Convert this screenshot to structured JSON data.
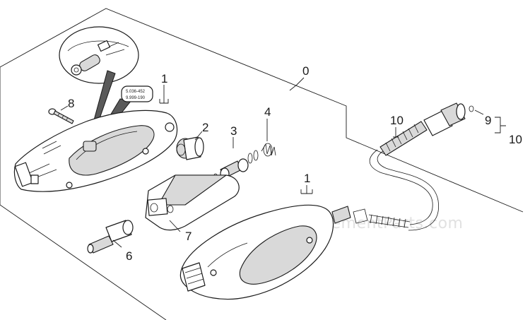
{
  "diagram": {
    "assembly_label": "0",
    "callouts": {
      "handle_left": "1",
      "handle_right": "1",
      "piece_2": "2",
      "piece_3": "3",
      "piece_4": "4",
      "piece_6": "6",
      "piece_7": "7",
      "piece_8": "8",
      "piece_9": "9",
      "piece_10_top": "10",
      "piece_10_bracket": "10"
    },
    "part_numbers_tag": [
      "5.036-452",
      "9.999-190"
    ],
    "watermark": "eReplacementParts.com"
  }
}
